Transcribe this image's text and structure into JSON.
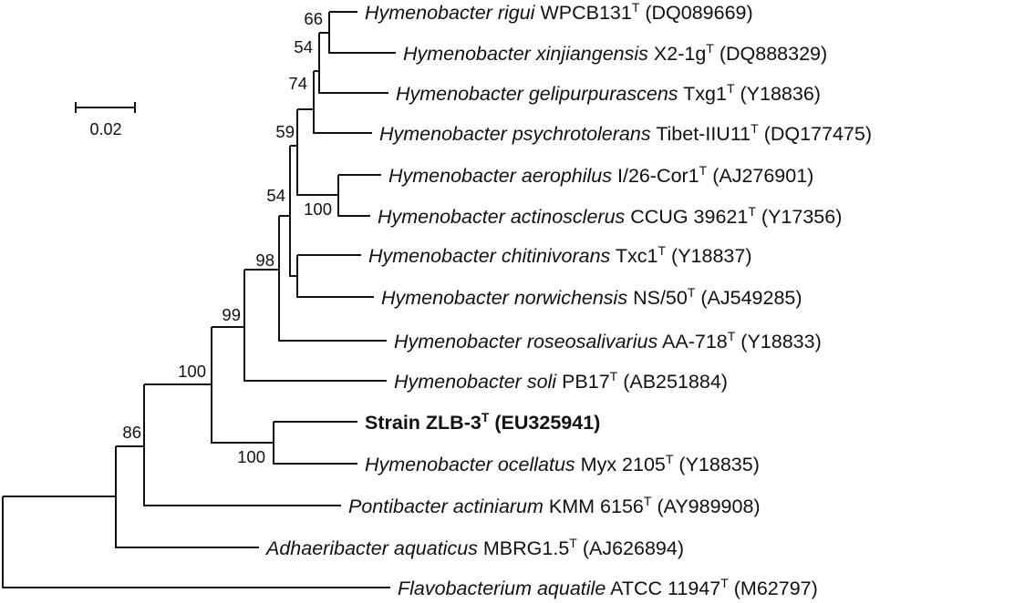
{
  "scale_bar": {
    "label": "0.02"
  },
  "taxa": [
    {
      "genus": "Hymenobacter",
      "species": "rigui",
      "strain": "WPCB131",
      "type_mark": "T",
      "accession": "(DQ089669)",
      "bold": false
    },
    {
      "genus": "Hymenobacter",
      "species": "xinjiangensis",
      "strain": "X2-1g",
      "type_mark": "T",
      "accession": "(DQ888329)",
      "bold": false
    },
    {
      "genus": "Hymenobacter",
      "species": "gelipurpurascens",
      "strain": "Txg1",
      "type_mark": "T",
      "accession": "(Y18836)",
      "bold": false
    },
    {
      "genus": "Hymenobacter",
      "species": "psychrotolerans",
      "strain": "Tibet-IIU11",
      "type_mark": "T",
      "accession": "(DQ177475)",
      "bold": false
    },
    {
      "genus": "Hymenobacter",
      "species": "aerophilus",
      "strain": "I/26-Cor1",
      "type_mark": "T",
      "accession": "(AJ276901)",
      "bold": false
    },
    {
      "genus": "Hymenobacter",
      "species": "actinosclerus",
      "strain": "CCUG 39621",
      "type_mark": "T",
      "accession": "(Y17356)",
      "bold": false
    },
    {
      "genus": "Hymenobacter",
      "species": "chitinivorans",
      "strain": "Txc1",
      "type_mark": "T",
      "accession": "(Y18837)",
      "bold": false
    },
    {
      "genus": "Hymenobacter",
      "species": "norwichensis",
      "strain": "NS/50",
      "type_mark": "T",
      "accession": "(AJ549285)",
      "bold": false
    },
    {
      "genus": "Hymenobacter",
      "species": "roseosalivarius",
      "strain": "AA-718",
      "type_mark": "T",
      "accession": "(Y18833)",
      "bold": false
    },
    {
      "genus": "Hymenobacter",
      "species": "soli",
      "strain": "PB17",
      "type_mark": "T",
      "accession": "(AB251884)",
      "bold": false
    },
    {
      "genus": "",
      "species": "",
      "strain": "Strain ZLB-3",
      "type_mark": "T",
      "accession": "(EU325941)",
      "bold": true
    },
    {
      "genus": "Hymenobacter",
      "species": "ocellatus",
      "strain": "Myx 2105",
      "type_mark": "T",
      "accession": "(Y18835)",
      "bold": false
    },
    {
      "genus": "Pontibacter",
      "species": "actiniarum",
      "strain": "KMM 6156",
      "type_mark": "T",
      "accession": "(AY989908)",
      "bold": false
    },
    {
      "genus": "Adhaeribacter",
      "species": "aquaticus",
      "strain": "MBRG1.5",
      "type_mark": "T",
      "accession": "(AJ626894)",
      "bold": false
    },
    {
      "genus": "Flavobacterium",
      "species": "aquatile",
      "strain": "ATCC 11947",
      "type_mark": "T",
      "accession": "(M62797)",
      "bold": false
    }
  ],
  "bootstrap": [
    "66",
    "54",
    "74",
    "59",
    "100",
    "54",
    "98",
    "99",
    "100",
    "100",
    "86"
  ]
}
